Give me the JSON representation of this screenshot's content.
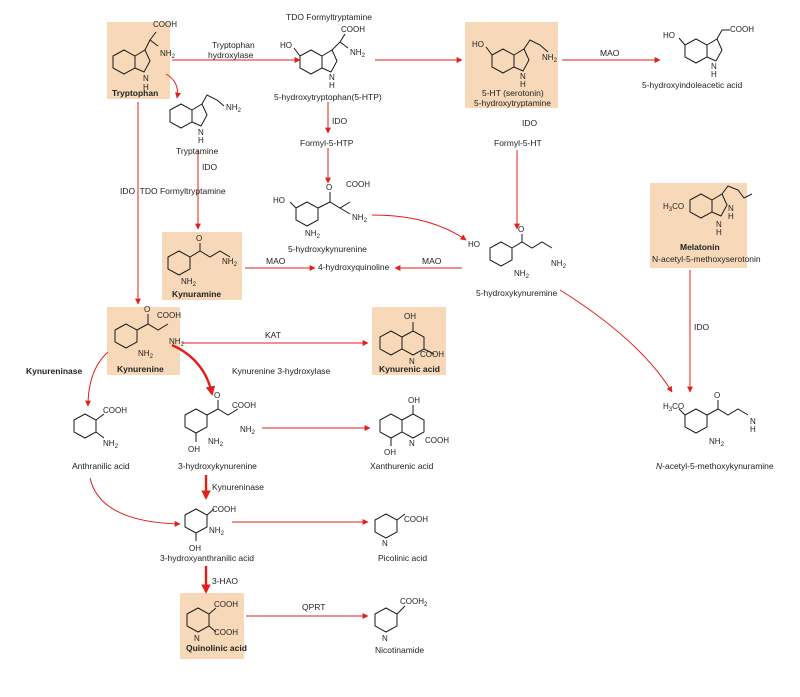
{
  "colors": {
    "arrow": "#e0201b",
    "highlight": "#f7d9b9",
    "ink": "#1a1a1a"
  },
  "compounds": {
    "tryptophan": "Tryptophan",
    "tryptamine": "Tryptamine",
    "htp": "5-hydroxytryptophan(5-HTP)",
    "serotonin_1": "5-HT (serotonin)",
    "serotonin_2": "5-hydroxytryptamine",
    "hiaa": "5-hydroxyindoleacetic acid",
    "h_kynurenine": "5-hydroxykynurenine",
    "kynuramine": "Kynuramine",
    "hydroxyquinoline": "4-hydroxyquinoline",
    "h_kynurenamine": "5-hydroxykynuremine",
    "melatonin": "Melatonin",
    "melatonin_full": "N-acetyl-5-methoxyserotonin",
    "kynurenine": "Kynurenine",
    "kynurenic": "Kynurenic acid",
    "anthranilic": "Anthranilic acid",
    "h3_kynurenine": "3-hydroxykynurenine",
    "xanthurenic": "Xanthurenic acid",
    "afmk_italic": "N",
    "afmk_rest": "-acetyl-5-methoxykynuramine",
    "haa": "3-hydroxyanthranilic acid",
    "picolinic": "Picolinic acid",
    "quinolinic": "Quinolinic acid",
    "nicotinamide": "Nicotinamide"
  },
  "enzymes": {
    "tdo_top": "TDO Formyltryptamine",
    "tph_1": "Tryptophan",
    "tph_2": "hydroxylase",
    "mao_top": "MAO",
    "ido_htp": "IDO",
    "ido_serotonin": "IDO",
    "formyl_htp": "Formyl-5-HTP",
    "formyl_ht": "Formyl-5-HT",
    "ido_tryptamine": "IDO",
    "ido_tdo_left": "IDO  TDO Formyltryptamine",
    "mao_left": "MAO",
    "mao_right": "MAO",
    "ido_melatonin": "IDO",
    "kat": "KAT",
    "kynureninase_left": "Kynureninase",
    "kmo": "Kynurenine 3-hydroxylase",
    "kynureninase_mid": "Kynureninase",
    "haao": "3-HAO",
    "qprt": "QPRT"
  },
  "atoms": {
    "cooh": "COOH",
    "nh2": "NH",
    "sub2": "2",
    "n": "N",
    "h": "H",
    "ho": "HO",
    "oh": "OH",
    "o": "O",
    "h3co": "H",
    "h3co_3": "3",
    "h3co_co": "CO",
    "cooh_nico": "COOH",
    "nico_sub": "2"
  }
}
